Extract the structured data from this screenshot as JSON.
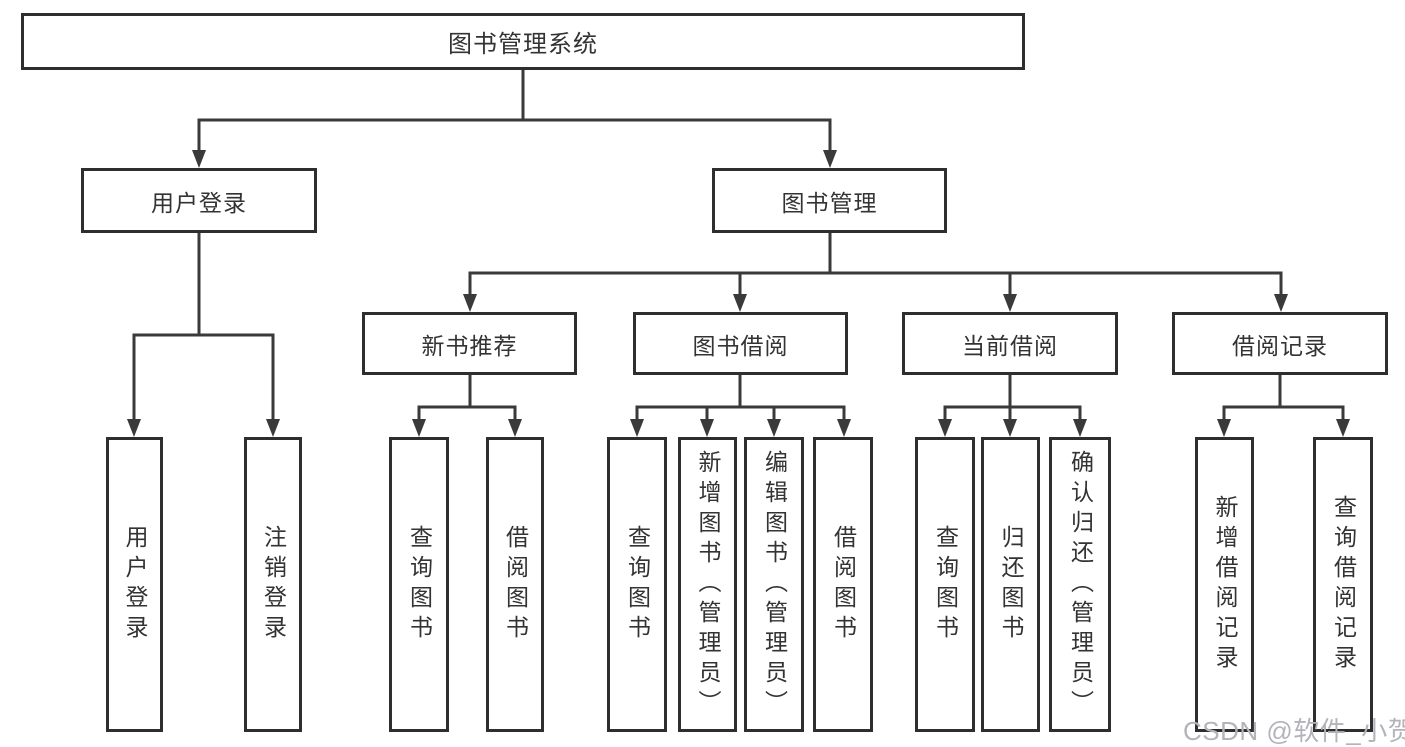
{
  "diagram": {
    "title": "图书管理系统",
    "root": "图书管理系统",
    "level2": [
      "用户登录",
      "图书管理"
    ],
    "level3": [
      "新书推荐",
      "图书借阅",
      "当前借阅",
      "借阅记录"
    ],
    "leaves_user": [
      "用户登录",
      "注销登录"
    ],
    "leaves_newbook": [
      "查询图书",
      "借阅图书"
    ],
    "leaves_borrow": [
      "查询图书",
      "新增图书（管理员）",
      "编辑图书（管理员）",
      "借阅图书"
    ],
    "leaves_current": [
      "查询图书",
      "归还图书",
      "确认归还（管理员）"
    ],
    "leaves_records": [
      "新增借阅记录",
      "查询借阅记录"
    ],
    "watermark": "CSDN @软件_小贺同学",
    "colors": {
      "line": "#3a3a3a",
      "border": "#2e2e2e",
      "text": "#333333",
      "watermark": "#b5b3ba",
      "background": "#ffffff"
    }
  }
}
